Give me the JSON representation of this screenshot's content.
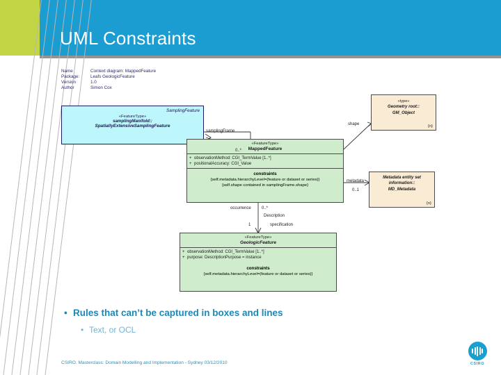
{
  "slide": {
    "title": "UML Constraints",
    "footer": "CSIRO.  Masterclass: Domain Modelling and Implementation -  Sydney 03/12/2010",
    "logo_text": "CSIRO",
    "accent_blue": "#1b9dd1",
    "accent_green": "#c2d645",
    "bullet_color": "#1c88b8",
    "bullets": [
      {
        "dot": "•",
        "text": "Rules that can’t be captured in boxes and lines"
      },
      {
        "dot": "•",
        "text": "Text, or OCL"
      }
    ]
  },
  "diagram": {
    "header": [
      {
        "key": "Name",
        "value": "Context diagram: MappedFeature"
      },
      {
        "key": "Package:",
        "value": "Leafs GeologicFeature"
      },
      {
        "key": "Version",
        "value": "1.0"
      },
      {
        "key": "Author",
        "value": "Simon Cox"
      }
    ],
    "boxes": {
      "sampling_feature": {
        "header": "SamplingFeature",
        "stereotype": "«FeatureType»",
        "role": "samplingManifold::",
        "type": "SpatiallyExtensiveSamplingFeature",
        "fill": "#bdf6fb"
      },
      "mapped_feature": {
        "stereotype": "«FeatureType»",
        "name": "MappedFeature",
        "attributes": [
          {
            "visibility": "+",
            "text": "observationMethod:  CGI_TermValue [1..*]"
          },
          {
            "visibility": "+",
            "text": "positionalAccuracy:  CGI_Value"
          }
        ],
        "constraints_title": "constraints",
        "constraints": [
          "{self.metadata.hierarchyLevel=(feature or dataset or series)}",
          "{self.shape contained in samplingFrame.shape}"
        ],
        "fill": "#cfeccc"
      },
      "geologic_feature": {
        "stereotype": "«FeatureType»",
        "name": "GeologicFeature",
        "attributes": [
          {
            "visibility": "+",
            "text": "observationMethod:  CGI_TermValue [1..*]"
          },
          {
            "visibility": "+",
            "text": "purpose:  DescriptionPurpose = instance"
          }
        ],
        "constraints_title": "constraints",
        "constraints": [
          "{self.metadata.hierarchyLevel=(feature or dataset or series)}"
        ],
        "fill": "#cfeccc"
      },
      "gm_object": {
        "stereotype": "«type»",
        "package": "Geometry root::",
        "name": "GM_Object",
        "note": "{n}",
        "fill": "#faecd4"
      },
      "md_metadata": {
        "package_line1": "Metadata entity set",
        "package_line2": "information::",
        "name": "MD_Metadata",
        "note": "{n}",
        "fill": "#faecd4"
      }
    },
    "associations": [
      {
        "name": "samplingFrame-label",
        "label": "samplingFrame"
      },
      {
        "name": "samplingFrame-multiplicity",
        "label": "0..*"
      },
      {
        "name": "shape-label",
        "label": "shape"
      },
      {
        "name": "metadata-label",
        "label": "metadata"
      },
      {
        "name": "metadata-multiplicity",
        "label": "0..1"
      },
      {
        "name": "occurrence-label",
        "label": "occurrence"
      },
      {
        "name": "occurrence-multiplicity",
        "label": "0..*"
      },
      {
        "name": "description-label",
        "label": "Description"
      },
      {
        "name": "specification-label",
        "label": "specification"
      },
      {
        "name": "specification-multiplicity",
        "label": "1"
      }
    ]
  }
}
